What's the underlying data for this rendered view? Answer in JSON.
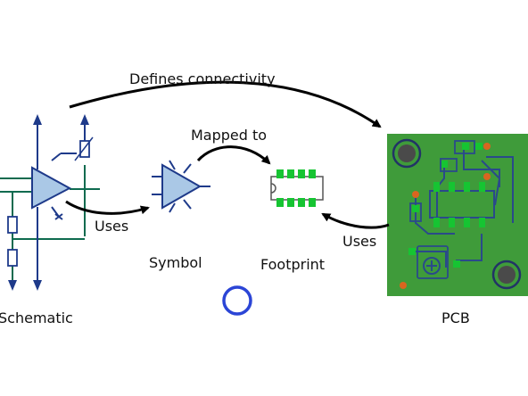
{
  "labels": {
    "defines_connectivity": "Defines connectivity",
    "mapped_to": "Mapped to",
    "uses_left": "Uses",
    "uses_right": "Uses",
    "symbol": "Symbol",
    "footprint": "Footprint",
    "schematic": "Schematic",
    "pcb": "PCB"
  },
  "colors": {
    "schematic_line": "#1e3a8a",
    "schematic_wire": "#0f6b4f",
    "symbol_fill": "#aac8e6",
    "pcb_board": "#3f9b3a",
    "pad_green": "#16c432",
    "pad_orange": "#d9651f",
    "arrow": "#000000",
    "indicator_ring": "#2b45d6"
  },
  "icons": {
    "indicator": "circle-outline-icon"
  }
}
